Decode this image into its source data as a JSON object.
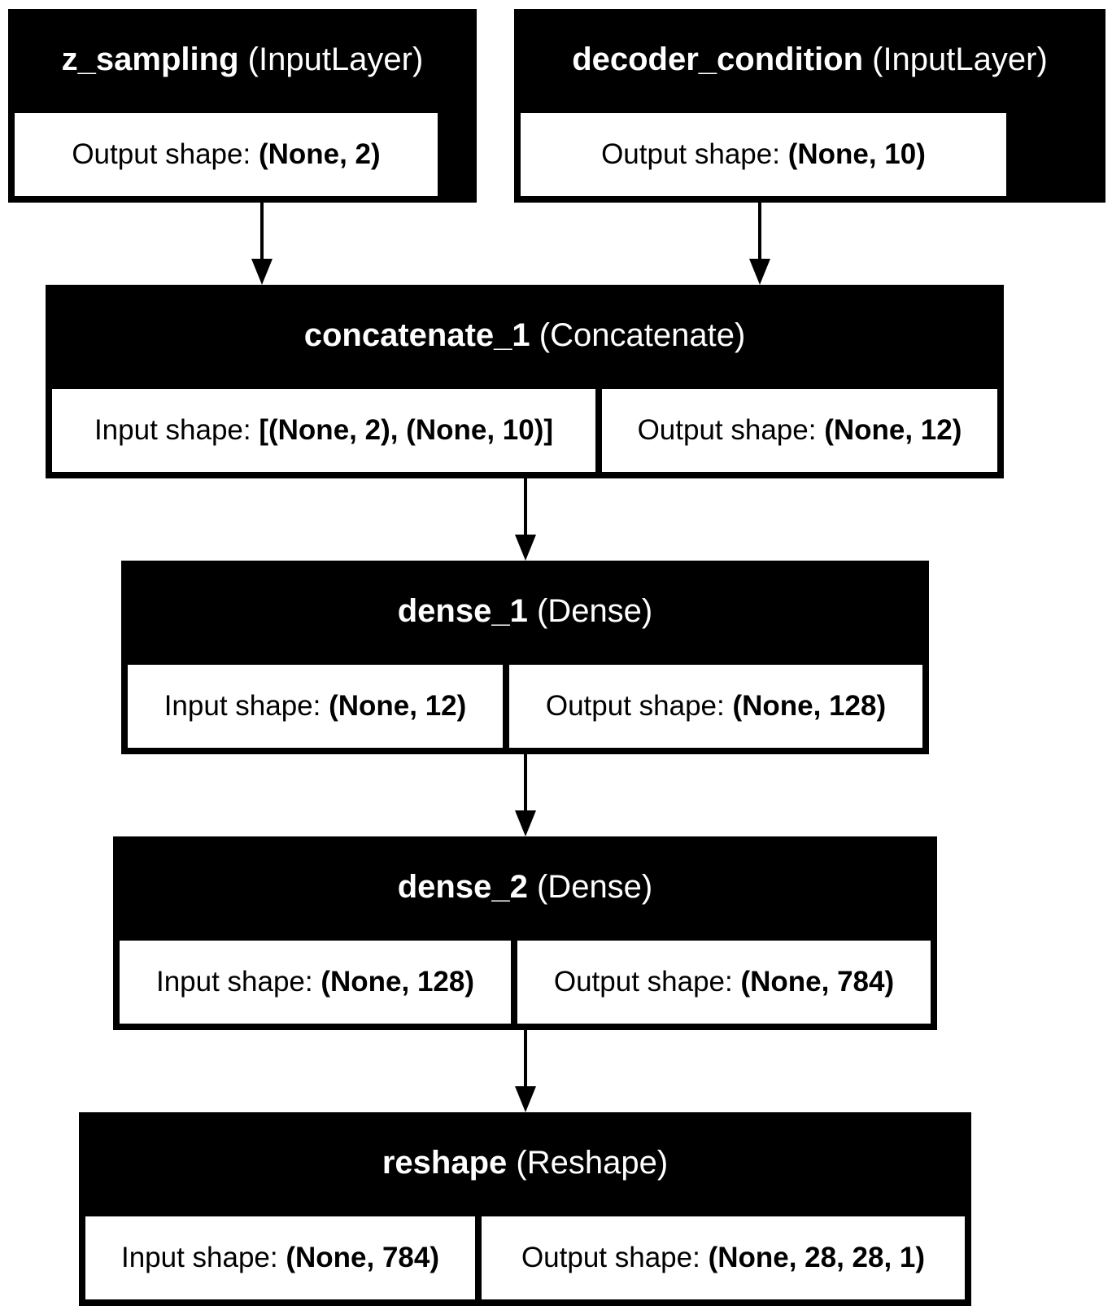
{
  "nodes": {
    "z_sampling": {
      "name": "z_sampling",
      "type": "(InputLayer)",
      "output_label": "Output shape:",
      "output_value": "(None, 2)"
    },
    "decoder_condition": {
      "name": "decoder_condition",
      "type": "(InputLayer)",
      "output_label": "Output shape:",
      "output_value": "(None, 10)"
    },
    "concatenate_1": {
      "name": "concatenate_1",
      "type": "(Concatenate)",
      "input_label": "Input shape:",
      "input_value": "[(None, 2), (None, 10)]",
      "output_label": "Output shape:",
      "output_value": "(None, 12)"
    },
    "dense_1": {
      "name": "dense_1",
      "type": "(Dense)",
      "input_label": "Input shape:",
      "input_value": "(None, 12)",
      "output_label": "Output shape:",
      "output_value": "(None, 128)"
    },
    "dense_2": {
      "name": "dense_2",
      "type": "(Dense)",
      "input_label": "Input shape:",
      "input_value": "(None, 128)",
      "output_label": "Output shape:",
      "output_value": "(None, 784)"
    },
    "reshape": {
      "name": "reshape",
      "type": "(Reshape)",
      "input_label": "Input shape:",
      "input_value": "(None, 784)",
      "output_label": "Output shape:",
      "output_value": "(None, 28, 28, 1)"
    }
  },
  "edges": [
    {
      "from": "z_sampling",
      "to": "concatenate_1"
    },
    {
      "from": "decoder_condition",
      "to": "concatenate_1"
    },
    {
      "from": "concatenate_1",
      "to": "dense_1"
    },
    {
      "from": "dense_1",
      "to": "dense_2"
    },
    {
      "from": "dense_2",
      "to": "reshape"
    }
  ]
}
